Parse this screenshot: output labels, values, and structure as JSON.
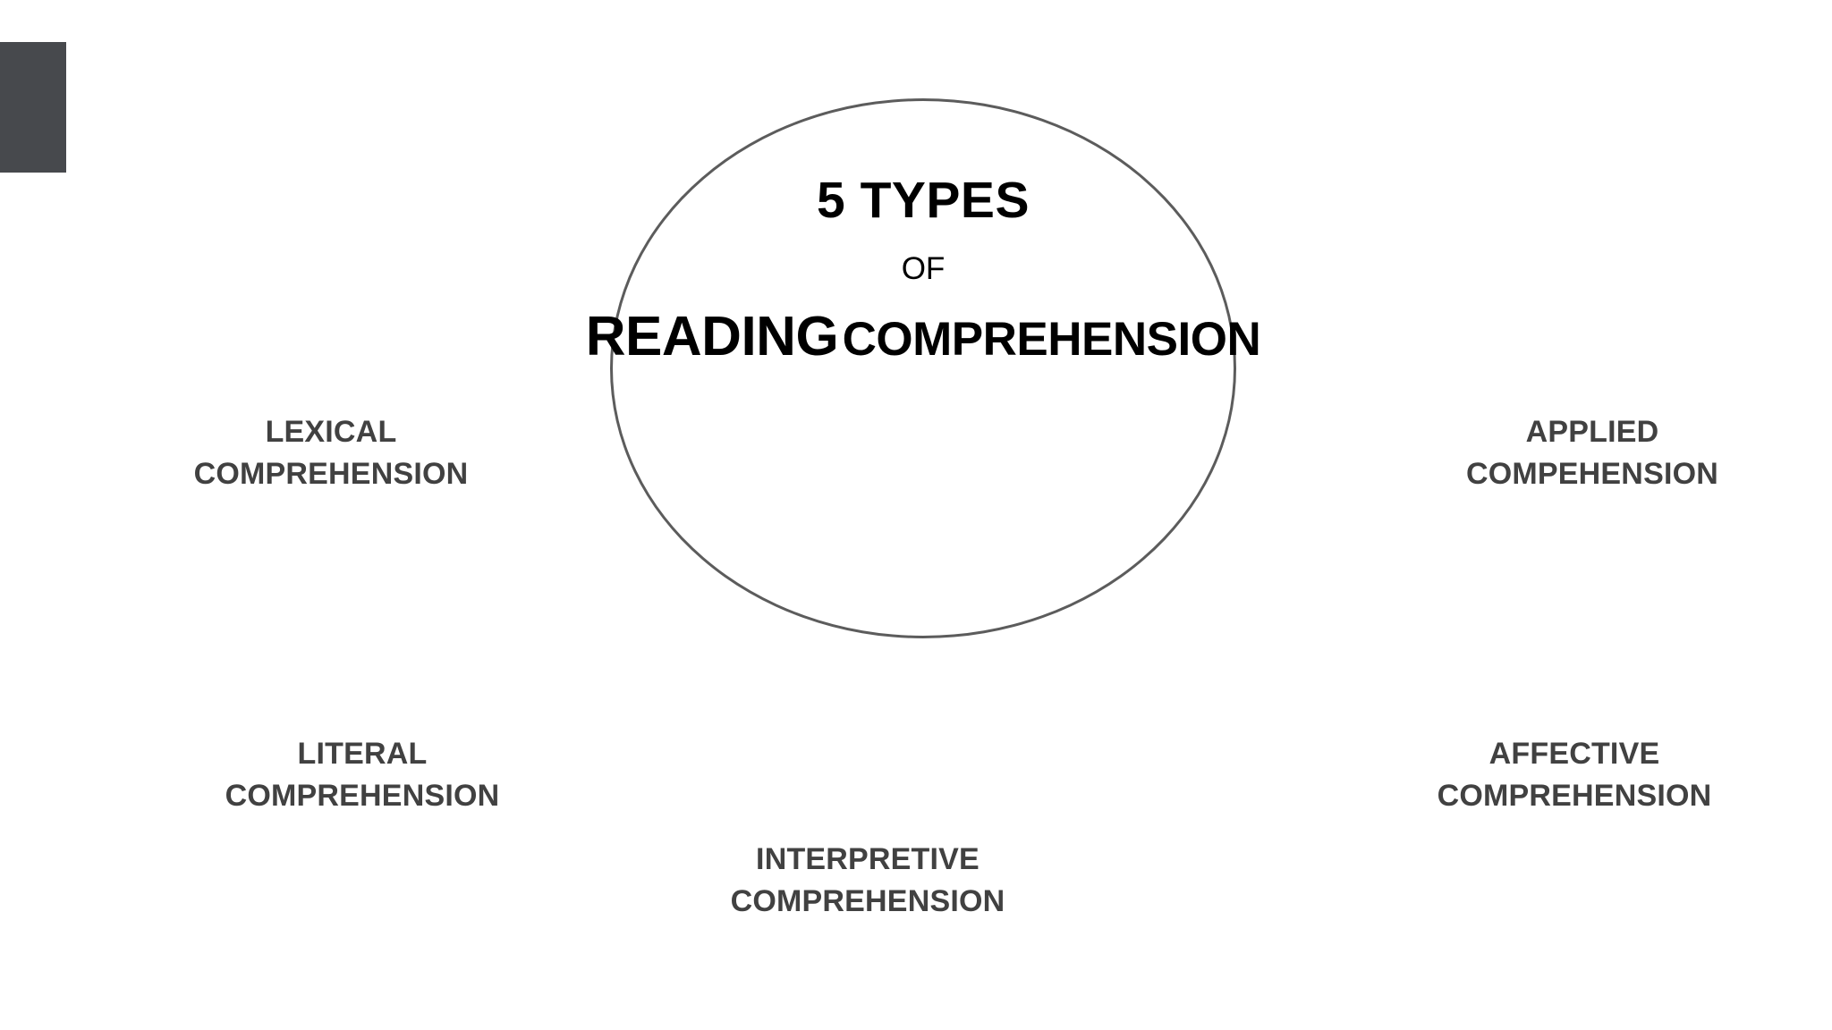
{
  "slide": {
    "background_color": "#ffffff",
    "corner_block": {
      "name": "decorative-corner-block",
      "color": "#47494D"
    },
    "circle": {
      "name": "central-circle",
      "stroke_color": "#5C5C5C",
      "stroke_width": "3px",
      "fill": "transparent"
    }
  },
  "center_title": {
    "line1": "5 TYPES",
    "line2": "OF",
    "line3_word1": "READING",
    "line3_word2": "COMPREHENSION",
    "color": "#000000"
  },
  "labels": {
    "color": "#414141",
    "items": [
      {
        "id": "lexical",
        "primary": "LEXICAL",
        "secondary": "COMPREHENSION",
        "position": "left-upper"
      },
      {
        "id": "applied",
        "primary": "APPLIED",
        "secondary": "COMPEHENSION",
        "position": "right-upper"
      },
      {
        "id": "literal",
        "primary": "LITERAL",
        "secondary": "COMPREHENSION",
        "position": "left-lower"
      },
      {
        "id": "affective",
        "primary": "AFFECTIVE",
        "secondary": "COMPREHENSION",
        "position": "right-lower"
      },
      {
        "id": "interpretive",
        "primary": "INTERPRETIVE",
        "secondary": "COMPREHENSION",
        "position": "bottom-center"
      }
    ]
  }
}
